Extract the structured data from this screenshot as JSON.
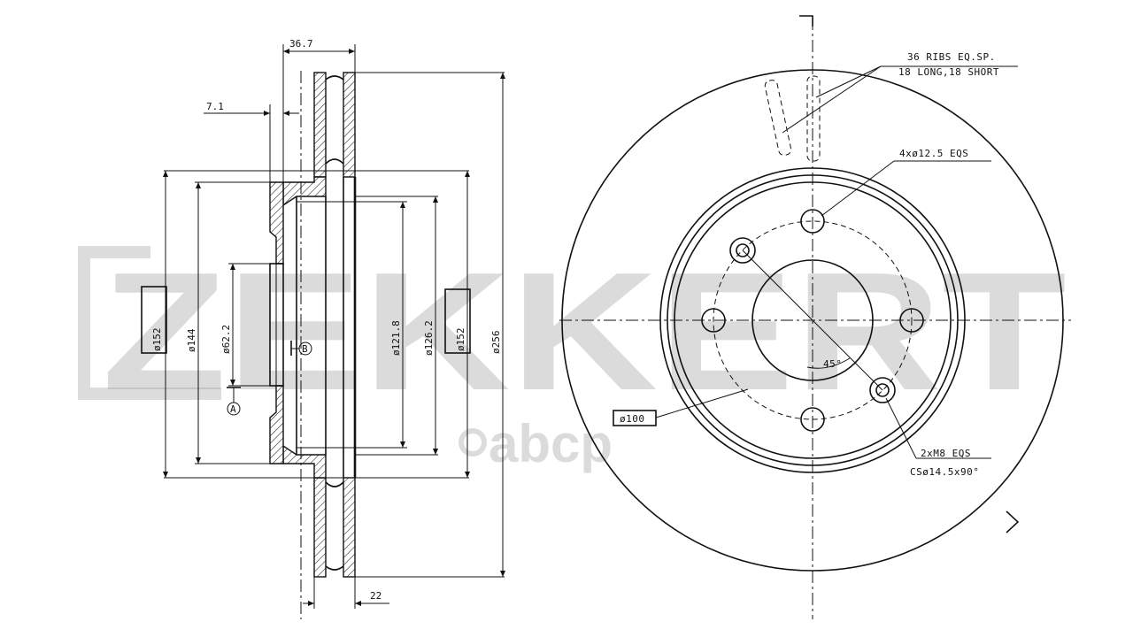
{
  "watermark": {
    "brand": "ZEKKERT",
    "site": "abcp",
    "color": "#9a9a9a"
  },
  "section_view": {
    "dims": {
      "width_total": "36.7",
      "hat_offset": "7.1",
      "d152_left": "ø152",
      "d144": "ø144",
      "d62_2": "ø62.2",
      "d121_8": "ø121.8",
      "d126_2": "ø126.2",
      "d152_right": "ø152",
      "d256": "ø256",
      "thickness": "22"
    },
    "markers": {
      "a": "A",
      "b": "B"
    }
  },
  "front_view": {
    "notes": {
      "ribs_line1": "36 RIBS EQ.SP.",
      "ribs_line2": "18 LONG,18 SHORT",
      "holes": "4xø12.5  EQS",
      "threads_line1": "2xM8 EQS",
      "threads_line2": "CSø14.5x90°",
      "pcd": "ø100",
      "angle": "45°"
    }
  }
}
